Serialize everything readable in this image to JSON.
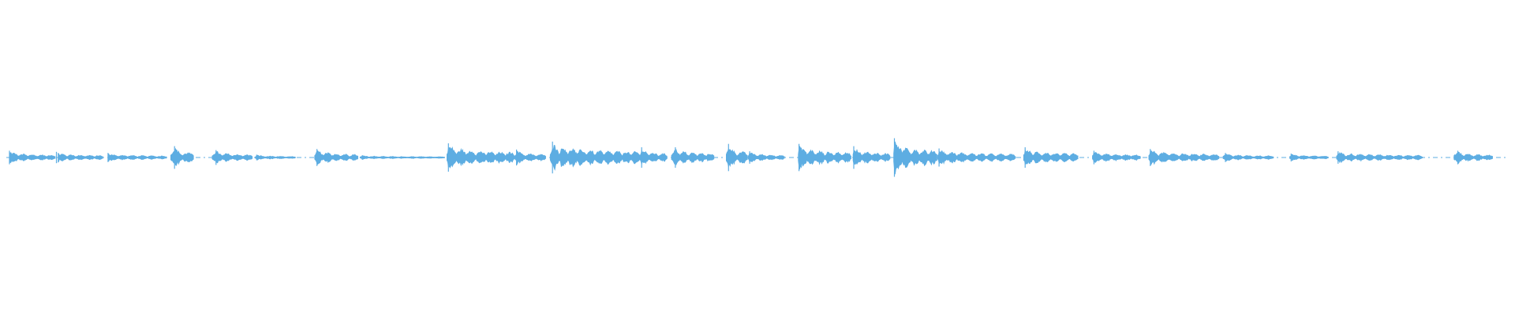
{
  "waveform": {
    "color": "#5dade2",
    "duration": 1.0,
    "segments": [
      {
        "start": 0.004,
        "end": 0.063,
        "peak": 0.12,
        "onset": 0.004
      },
      {
        "start": 0.066,
        "end": 0.124,
        "peak": 0.1,
        "onset": 0.064
      },
      {
        "start": 0.13,
        "end": 0.205,
        "peak": 0.08,
        "onset": 0.13
      },
      {
        "start": 0.21,
        "end": 0.24,
        "peak": 0.2,
        "onset": 0.215
      },
      {
        "start": 0.263,
        "end": 0.315,
        "peak": 0.13,
        "onset": 0.268
      },
      {
        "start": 0.318,
        "end": 0.37,
        "peak": 0.05,
        "onset": 0.32
      },
      {
        "start": 0.394,
        "end": 0.45,
        "peak": 0.15,
        "onset": 0.397
      },
      {
        "start": 0.452,
        "end": 0.56,
        "peak": 0.04,
        "onset": 0.455
      },
      {
        "start": 0.563,
        "end": 0.65,
        "peak": 0.25,
        "onset": 0.565
      },
      {
        "start": 0.65,
        "end": 0.69,
        "peak": 0.14,
        "onset": 0.652
      },
      {
        "start": 0.695,
        "end": 0.81,
        "peak": 0.28,
        "onset": 0.698
      },
      {
        "start": 0.81,
        "end": 0.845,
        "peak": 0.18,
        "onset": 0.812
      },
      {
        "start": 0.85,
        "end": 0.905,
        "peak": 0.18,
        "onset": 0.855
      },
      {
        "start": 0.92,
        "end": 0.948,
        "peak": 0.24,
        "onset": 0.923
      },
      {
        "start": 0.948,
        "end": 0.995,
        "peak": 0.11,
        "onset": 0.95
      },
      {
        "start": 1.012,
        "end": 1.08,
        "peak": 0.24,
        "onset": 1.013
      },
      {
        "start": 1.082,
        "end": 1.13,
        "peak": 0.2,
        "onset": 1.083
      },
      {
        "start": 1.134,
        "end": 1.19,
        "peak": 0.34,
        "onset": 1.135
      },
      {
        "start": 1.19,
        "end": 1.29,
        "peak": 0.16,
        "onset": 1.192
      },
      {
        "start": 1.3,
        "end": 1.37,
        "peak": 0.18,
        "onset": 1.302
      },
      {
        "start": 1.388,
        "end": 1.45,
        "peak": 0.12,
        "onset": 1.39
      },
      {
        "start": 1.46,
        "end": 1.55,
        "peak": 0.15,
        "onset": 1.462
      },
      {
        "start": 1.555,
        "end": 1.62,
        "peak": 0.08,
        "onset": 1.558
      },
      {
        "start": 1.64,
        "end": 1.69,
        "peak": 0.07,
        "onset": 1.642
      },
      {
        "start": 1.7,
        "end": 1.81,
        "peak": 0.11,
        "onset": 1.702
      },
      {
        "start": 1.85,
        "end": 1.9,
        "peak": 0.12,
        "onset": 1.855
      }
    ]
  }
}
